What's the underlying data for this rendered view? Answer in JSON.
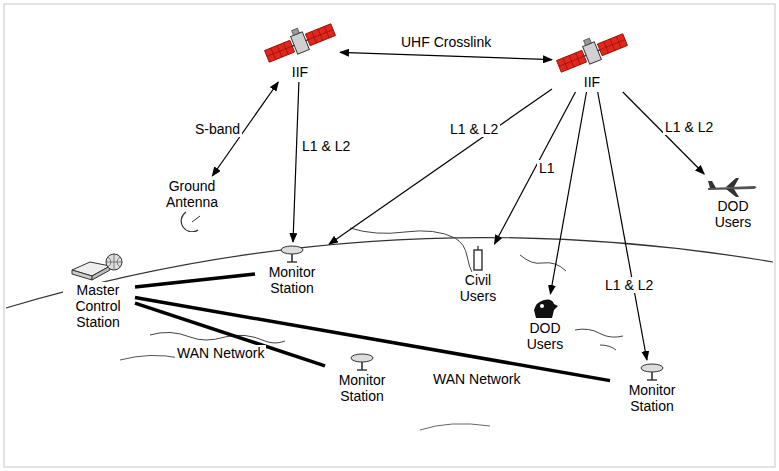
{
  "diagram": {
    "nodes": [
      {
        "text": [
          "IIF"
        ]
      },
      {
        "text": [
          "IIF"
        ]
      },
      {
        "text": [
          "Ground Antenna"
        ]
      },
      {
        "text": [
          "Master Control Station"
        ]
      },
      {
        "text": [
          "Monitor Station"
        ]
      },
      {
        "text": [
          "Civil Users"
        ]
      },
      {
        "text": [
          "DOD Users"
        ]
      },
      {
        "text": [
          "Monitor Station"
        ]
      },
      {
        "text": [
          "DOD Users"
        ]
      },
      {
        "text": [
          "Monitor Station"
        ]
      }
    ],
    "edges": [
      {
        "from": 0,
        "to": 1,
        "label": "UHF Crosslink",
        "arrow": "both"
      },
      {
        "from": 0,
        "to": 2,
        "label": "S-band",
        "arrow": "both"
      },
      {
        "from": 0,
        "to": 4,
        "label": "L1 & L2",
        "arrow": "to"
      },
      {
        "from": 1,
        "to": 4,
        "label": "L1 & L2",
        "arrow": "to"
      },
      {
        "from": 1,
        "to": 5,
        "label": "L1",
        "arrow": "to"
      },
      {
        "from": 1,
        "to": 8,
        "arrow": "to"
      },
      {
        "from": 1,
        "to": 9,
        "label": "L1 & L2",
        "arrow": "to"
      },
      {
        "from": 1,
        "to": 6,
        "label": "L1 & L2",
        "arrow": "to"
      },
      {
        "from": 3,
        "to": 4,
        "arrow": "none"
      },
      {
        "from": 3,
        "to": 7,
        "label": "WAN Network",
        "arrow": "none"
      },
      {
        "from": 3,
        "to": 9,
        "label": "WAN Network",
        "arrow": "none"
      }
    ]
  }
}
